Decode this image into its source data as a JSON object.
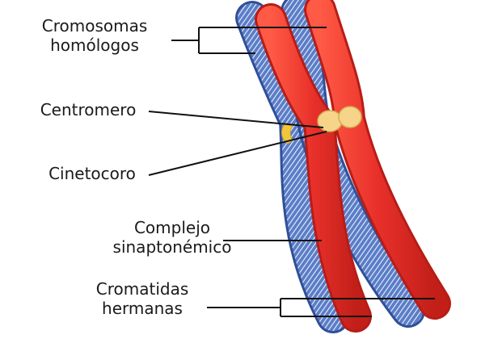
{
  "labels": {
    "homologos": {
      "line1": "Cromosomas",
      "line2": "homólogos"
    },
    "centromero": "Centromero",
    "cinetocoro": "Cinetocoro",
    "complejo": {
      "line1": "Complejo",
      "line2": "sinaptonémico"
    },
    "cromatidas": {
      "line1": "Cromatidas",
      "line2": "hermanas"
    }
  },
  "colors": {
    "red_chromatid": "#e8302a",
    "red_chromatid_dark": "#b81c17",
    "blue_chromatid": "#4a6fc0",
    "blue_chromatid_dark": "#2f4f98",
    "synaptonemal_fibers": "#e9f0fb",
    "centromere": "#f6d58a",
    "kinetochore": "#f1c63c",
    "leader_lines": "#111111",
    "text": "#1a1a1a"
  }
}
